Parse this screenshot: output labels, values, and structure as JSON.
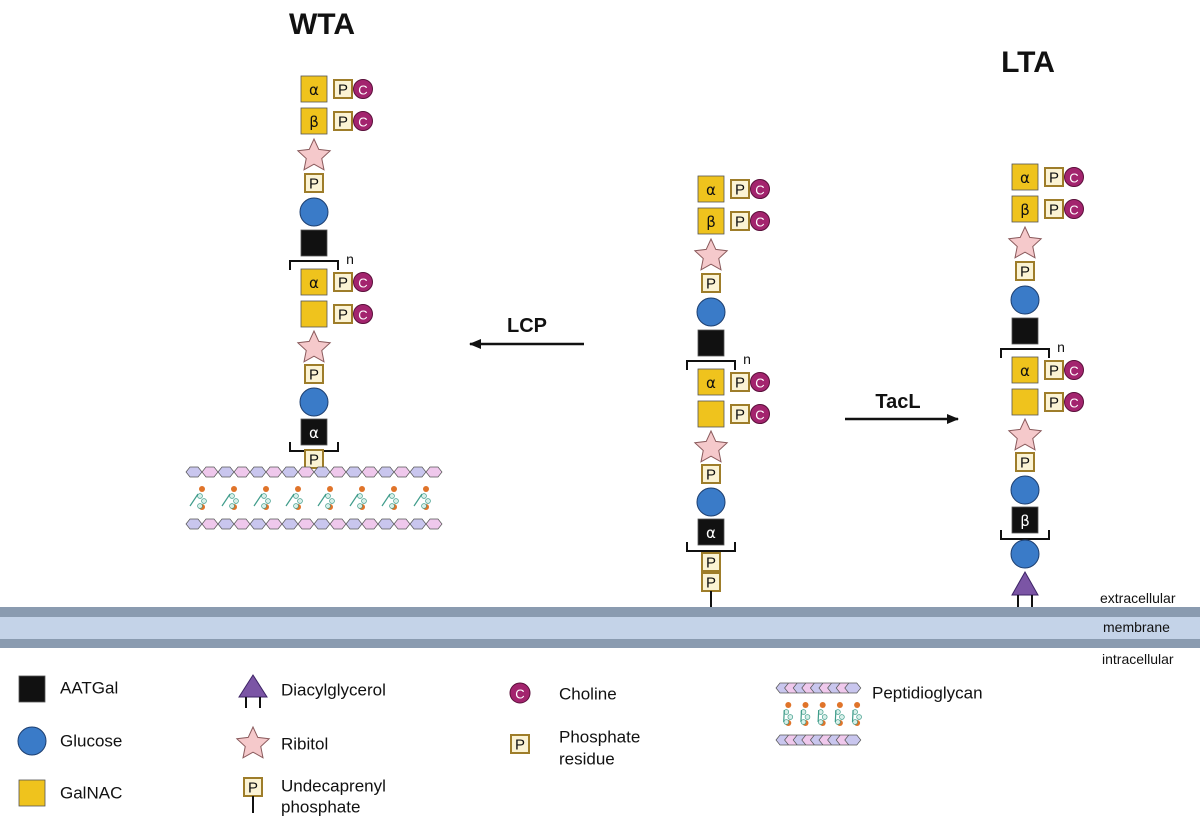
{
  "titles": {
    "wta": "WTA",
    "lta": "LTA"
  },
  "arrows": {
    "lcp": "LCP",
    "tacl": "TacL"
  },
  "glyphs": {
    "alpha": "α",
    "beta": "β",
    "phosphate": "P",
    "choline": "C",
    "repeat": "n"
  },
  "membrane": {
    "extracellular": "extracellular",
    "membrane": "membrane",
    "intracellular": "intracellular"
  },
  "legend": {
    "aatgal": "AATGal",
    "glucose": "Glucose",
    "galnac": "GalNAC",
    "diacylglycerol": "Diacylglycerol",
    "ribitol": "Ribitol",
    "undecaprenyl_line1": "Undecaprenyl",
    "undecaprenyl_line2": "phosphate",
    "choline": "Choline",
    "phosphate_line1": "Phosphate",
    "phosphate_line2": "residue",
    "peptidoglycan": "Peptidioglycan"
  },
  "colors": {
    "galnac": "#EFC31D",
    "aatgal": "#111111",
    "glucose": "#3A7BC8",
    "ribitol": "#F5C9CB",
    "phosphate_fill": "#FBF3D4",
    "phosphate_border": "#9E7D2A",
    "choline": "#A3246E",
    "diacylglycerol": "#7B55A5",
    "membrane_dark": "#8A9BB0",
    "membrane_light": "#C4D3E8"
  }
}
